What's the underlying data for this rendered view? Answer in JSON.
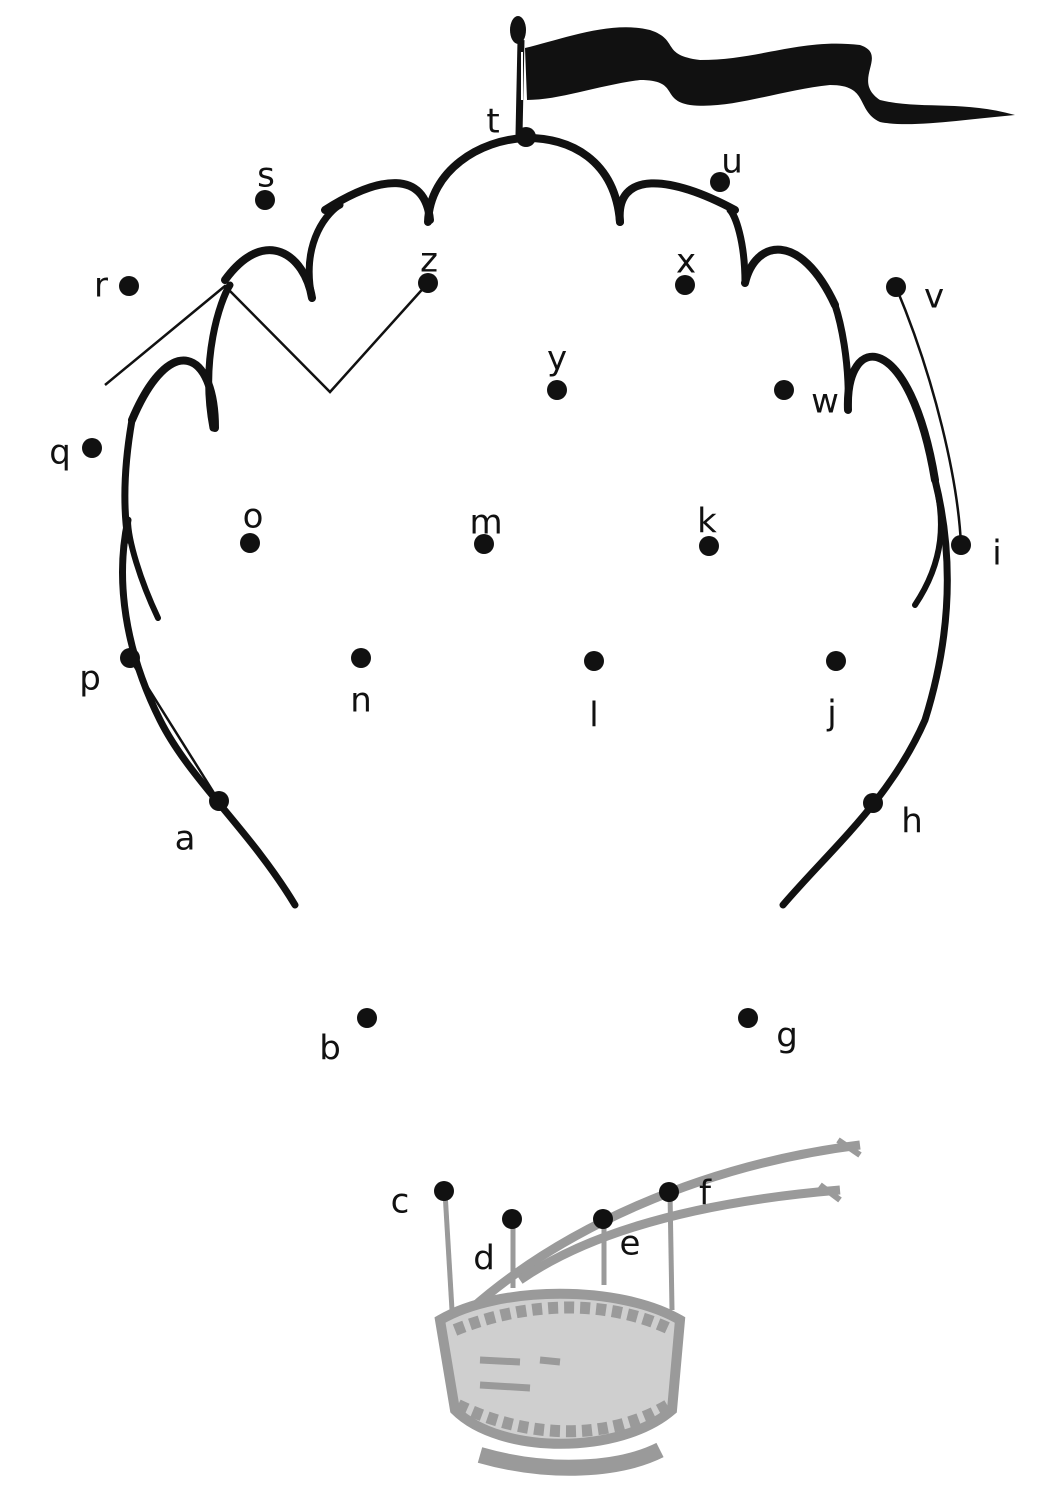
{
  "colors": {
    "ink": "#111111",
    "basket": "#9a9a9a",
    "background": "#ffffff"
  },
  "illustration": {
    "subject": "hot-air-balloon",
    "icons": [
      "flag-icon",
      "balloon-outline-icon",
      "basket-icon",
      "rope-icon"
    ]
  },
  "dots": [
    {
      "label": "a"
    },
    {
      "label": "b"
    },
    {
      "label": "c"
    },
    {
      "label": "d"
    },
    {
      "label": "e"
    },
    {
      "label": "f"
    },
    {
      "label": "g"
    },
    {
      "label": "h"
    },
    {
      "label": "i"
    },
    {
      "label": "j"
    },
    {
      "label": "k"
    },
    {
      "label": "l"
    },
    {
      "label": "m"
    },
    {
      "label": "n"
    },
    {
      "label": "o"
    },
    {
      "label": "p"
    },
    {
      "label": "q"
    },
    {
      "label": "r"
    },
    {
      "label": "s"
    },
    {
      "label": "t"
    },
    {
      "label": "u"
    },
    {
      "label": "v"
    },
    {
      "label": "w"
    },
    {
      "label": "x"
    },
    {
      "label": "y"
    },
    {
      "label": "z"
    }
  ]
}
